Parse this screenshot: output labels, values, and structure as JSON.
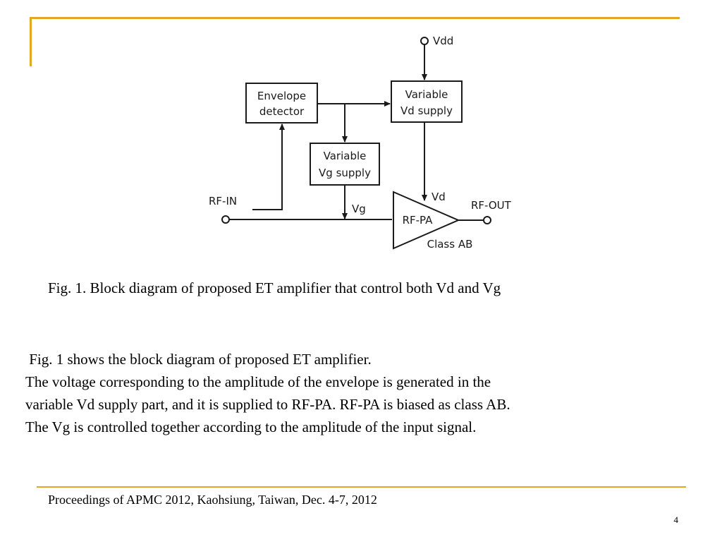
{
  "diagram": {
    "blocks": {
      "envelope_detector": [
        "Envelope",
        "detector"
      ],
      "variable_vd_supply": [
        "Variable",
        "Vd supply"
      ],
      "variable_vg_supply": [
        "Variable",
        "Vg supply"
      ]
    },
    "amplifier": {
      "label": "RF-PA",
      "class_label": "Class AB"
    },
    "ports": {
      "vdd": "Vdd",
      "rf_in": "RF-IN",
      "rf_out": "RF-OUT"
    },
    "signals": {
      "vd": "Vd",
      "vg": "Vg"
    }
  },
  "caption": "Fig. 1. Block diagram of proposed ET amplifier that control both Vd and Vg",
  "body_lines": [
    " Fig. 1 shows the block diagram of proposed ET amplifier.",
    "The voltage corresponding to the amplitude of the envelope is generated in the",
    "variable Vd supply part, and it is supplied to RF-PA. RF-PA is biased as class AB.",
    "The Vg is controlled together according to the amplitude of the input signal."
  ],
  "footer": "Proceedings of APMC 2012, Kaohsiung, Taiwan, Dec. 4-7, 2012",
  "page_number": "4",
  "colors": {
    "accent_rule": "#E0A825",
    "text": "#000000"
  }
}
